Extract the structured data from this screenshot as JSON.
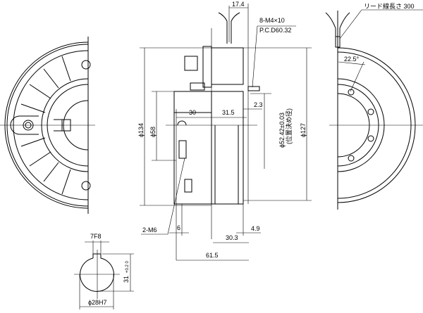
{
  "drawing": {
    "dimensions": {
      "lead_length": "リード線長さ 300",
      "top_offset": "17.4",
      "screws": "8-M4×10",
      "pcd": "P.C.D60.32",
      "angle": "22.5°",
      "gap": "2.3",
      "len_30": "30",
      "len_31_5": "31.5",
      "dia_134": "ϕ134",
      "dia_58": "ϕ58",
      "dia_52": "ϕ52.42±0.03",
      "dia_52_note": "(位置決め径)",
      "dia_127": "ϕ127",
      "tap": "2-M6",
      "len_6": "6",
      "len_4_9": "4.9",
      "len_30_3": "30.3",
      "len_61_5": "61.5",
      "key_width": "7F8",
      "key_height": "31",
      "key_height_tol": "+0.2 0",
      "bore": "ϕ28H7"
    }
  }
}
